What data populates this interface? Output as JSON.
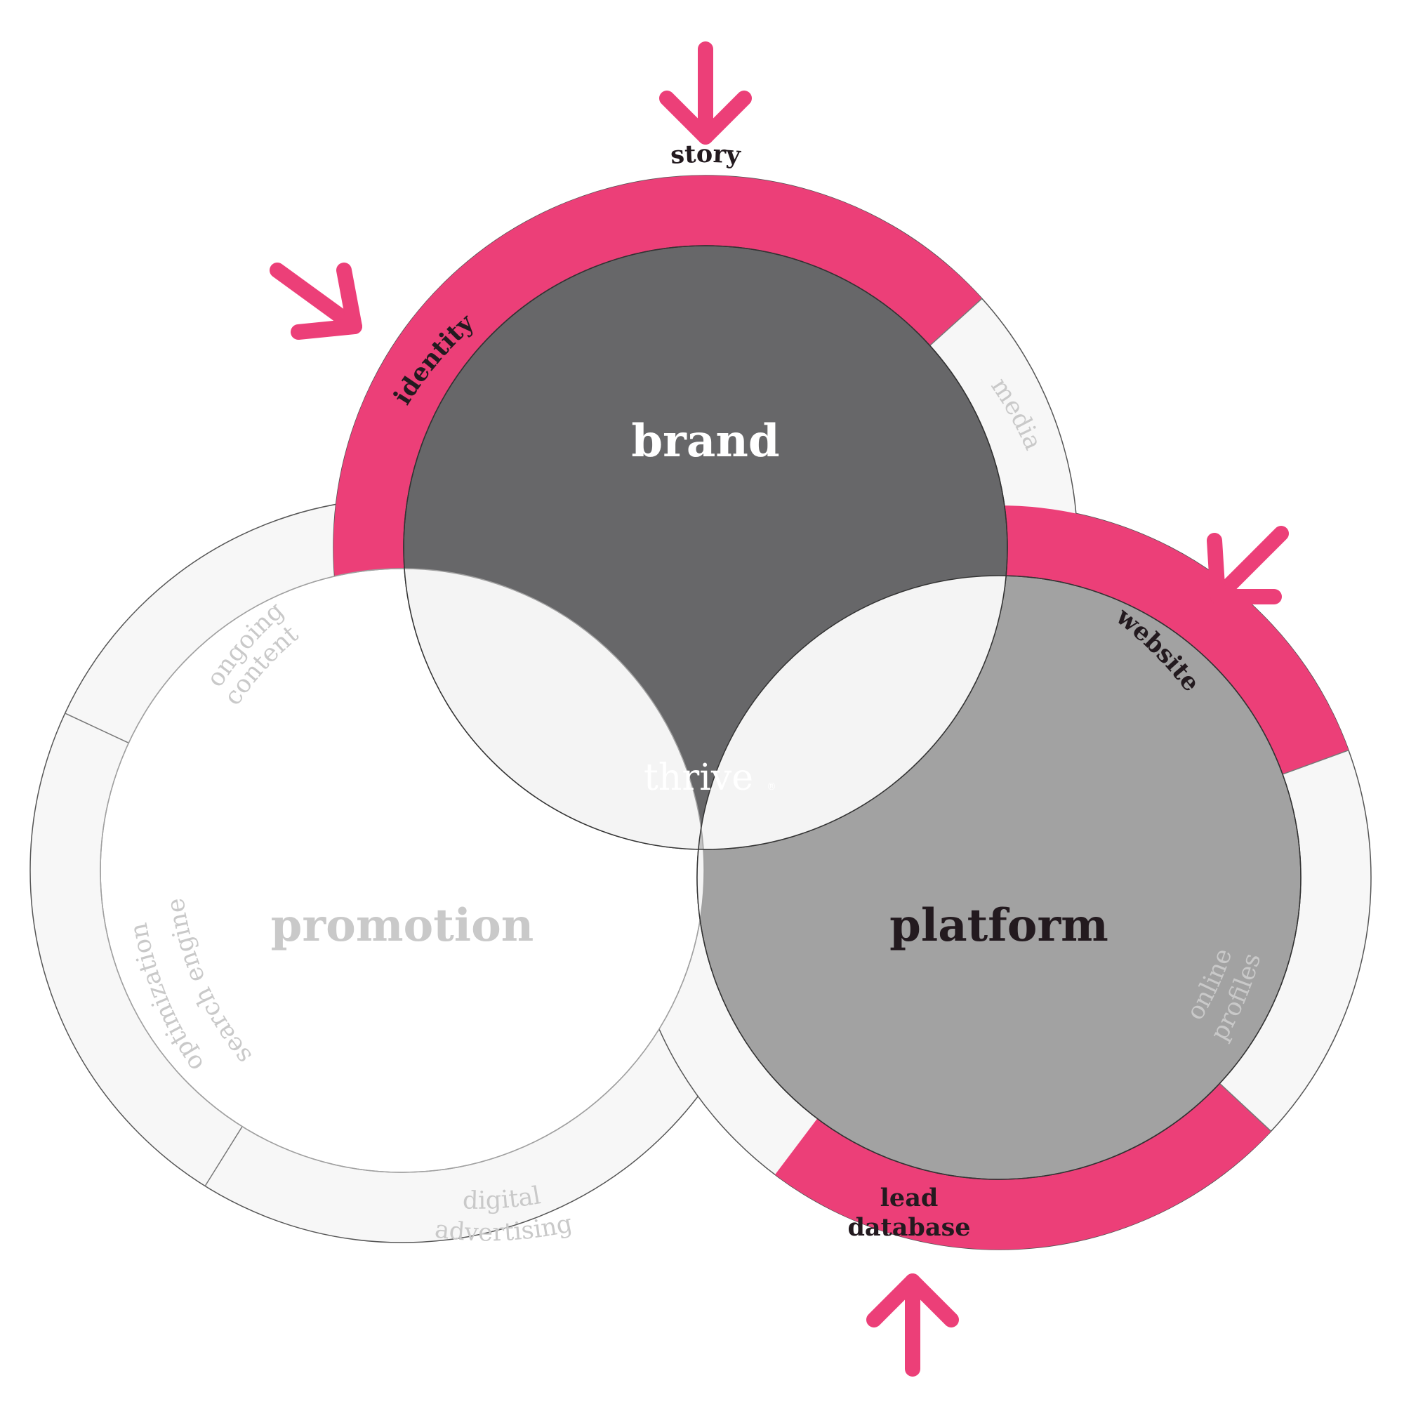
{
  "colors": {
    "accent": "#ec3f78",
    "brand_fill": "#676769",
    "platform_fill": "#a2a2a2",
    "center_fill": "#c2c2c2",
    "overlap_fill": "#f4f4f4",
    "ring_fill": "#f7f7f7",
    "text_dark": "#231a1f",
    "text_light": "#c9c9c9",
    "text_white": "#ffffff"
  },
  "circles": {
    "brand": "brand",
    "platform": "platform",
    "promotion": "promotion",
    "center": "thrive",
    "center_mark": "®"
  },
  "segments": {
    "story": "story",
    "identity": "identity",
    "media": "media",
    "website": "website",
    "online_profiles_1": "online",
    "online_profiles_2": "profiles",
    "lead_database_1": "lead",
    "lead_database_2": "database",
    "ongoing_content_1": "ongoing",
    "ongoing_content_2": "content",
    "seo_1": "search engine",
    "seo_2": "optimization",
    "digital_advertising_1": "digital",
    "digital_advertising_2": "advertising"
  }
}
